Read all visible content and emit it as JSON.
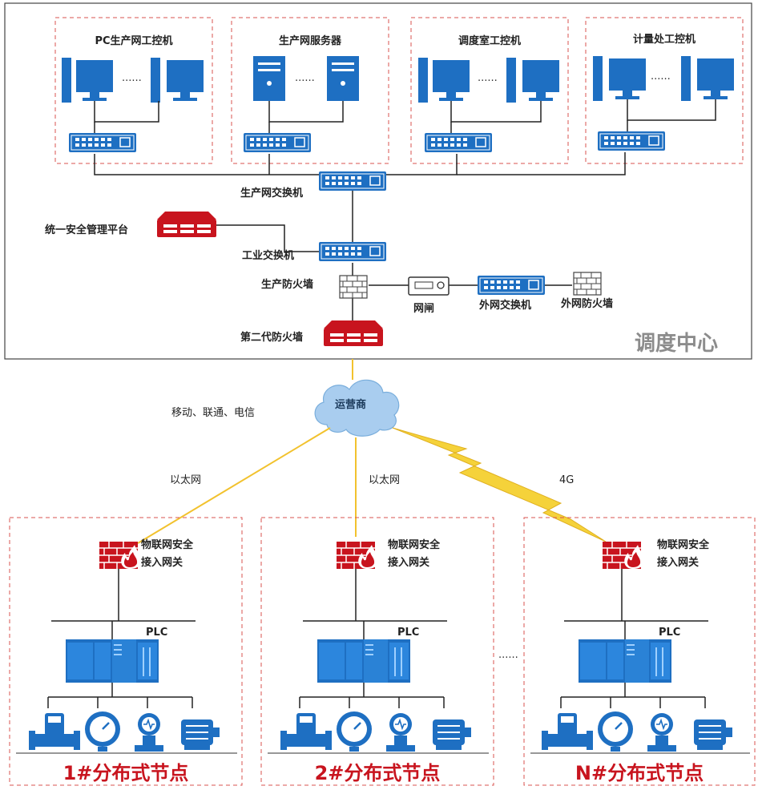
{
  "center": {
    "title": "调度中心"
  },
  "groups": [
    {
      "title": "PC生产网工控机"
    },
    {
      "title": "生产网服务器"
    },
    {
      "title": "调度室工控机"
    },
    {
      "title": "计量处工控机"
    }
  ],
  "devices": {
    "prod_switch": "生产网交换机",
    "mgmt_platform": "统一安全管理平台",
    "industrial_switch": "工业交换机",
    "prod_firewall": "生产防火墙",
    "net_gate": "网闸",
    "ext_switch": "外网交换机",
    "ext_firewall": "外网防火墙",
    "gen2_firewall": "第二代防火墙",
    "carrier": "运营商",
    "carriers_list": "移动、联通、电信"
  },
  "links": {
    "eth1": "以太网",
    "eth2": "以太网",
    "g4": "4G"
  },
  "ellipsis": "......",
  "nodes": [
    {
      "gateway": "物联网安全\n接入网关",
      "plc": "PLC",
      "title": "1#分布式节点"
    },
    {
      "gateway": "物联网安全\n接入网关",
      "plc": "PLC",
      "title": "2#分布式节点"
    },
    {
      "gateway": "物联网安全\n接入网关",
      "plc": "PLC",
      "title": "N#分布式节点"
    }
  ],
  "colors": {
    "device_blue": "#1e6fc2",
    "alert_red": "#c8141e",
    "link_yellow": "#f2c22e",
    "dash_red": "#d9534f"
  }
}
